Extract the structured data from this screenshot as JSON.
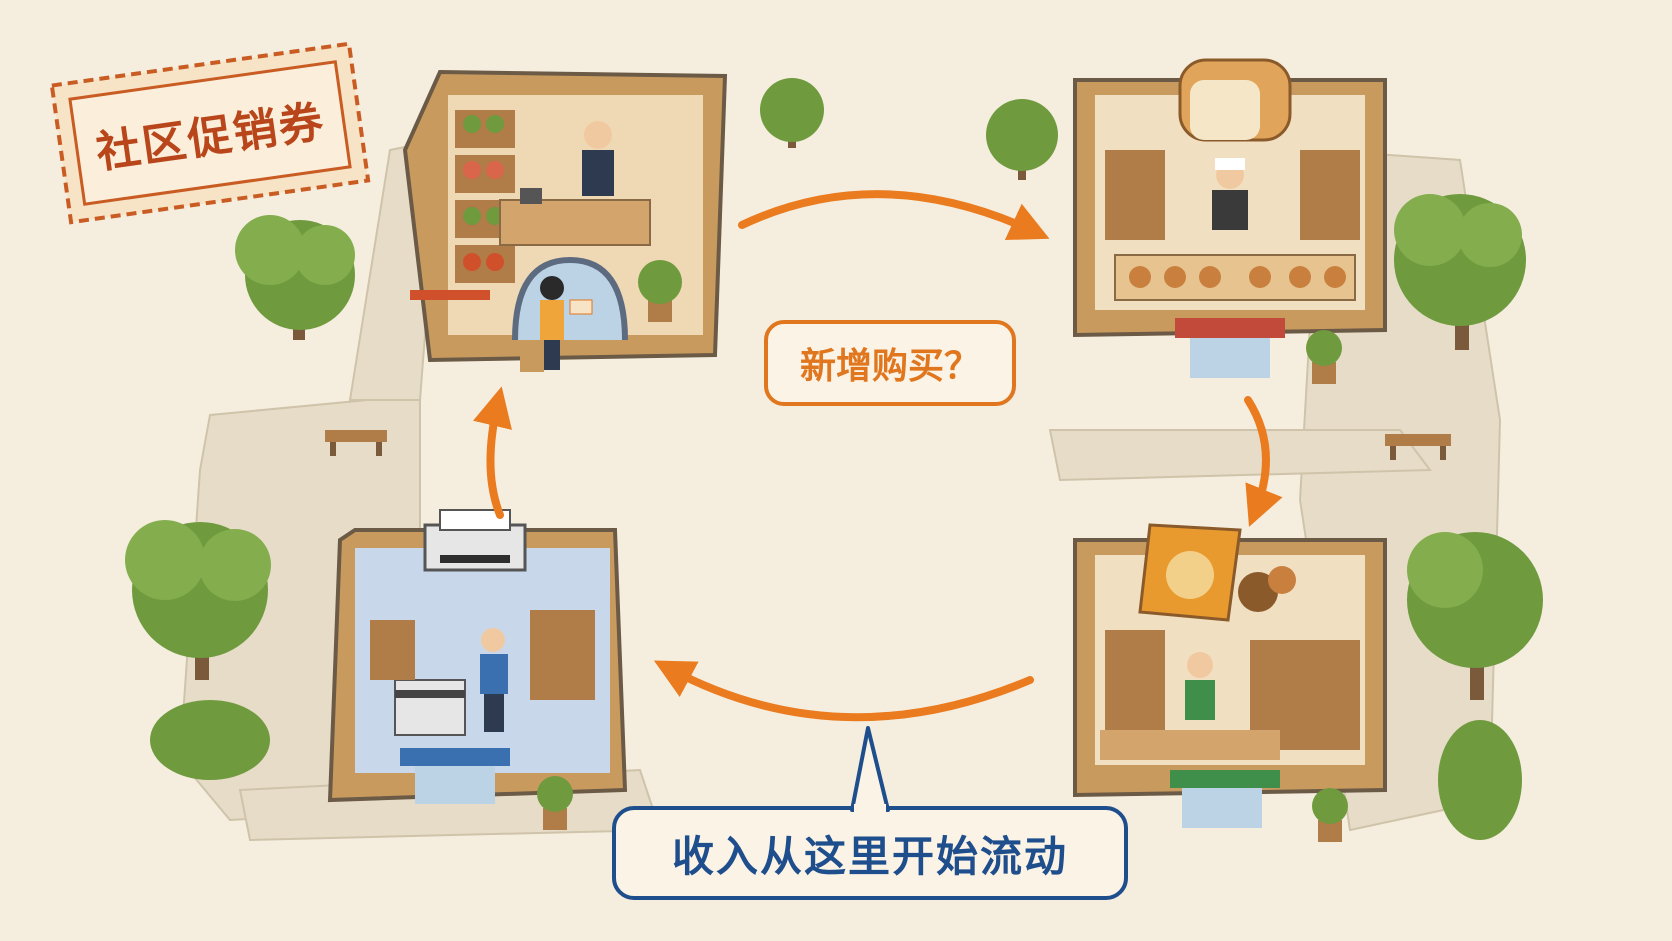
{
  "labels": {
    "coupon": "社区促销券",
    "question": "新增购买？",
    "start": "收入从这里开始流动"
  },
  "colors": {
    "background": "#f5eedf",
    "coupon_text": "#b8461a",
    "coupon_border": "#c95c22",
    "arrow": "#ea7b1f",
    "question_border": "#e0761d",
    "start_text": "#1f4e8c",
    "start_border": "#1f4e8c",
    "tree": "#6f9a3e",
    "wood": "#c99a5e"
  },
  "shops": [
    {
      "name": "grocery-shop",
      "goods": "vegetables"
    },
    {
      "name": "bakery-shop",
      "goods": "bread"
    },
    {
      "name": "snack-shop",
      "goods": "snacks"
    },
    {
      "name": "print-shop",
      "goods": "printer"
    }
  ],
  "flow": [
    "print-shop",
    "grocery-shop",
    "bakery-shop",
    "snack-shop",
    "print-shop"
  ]
}
